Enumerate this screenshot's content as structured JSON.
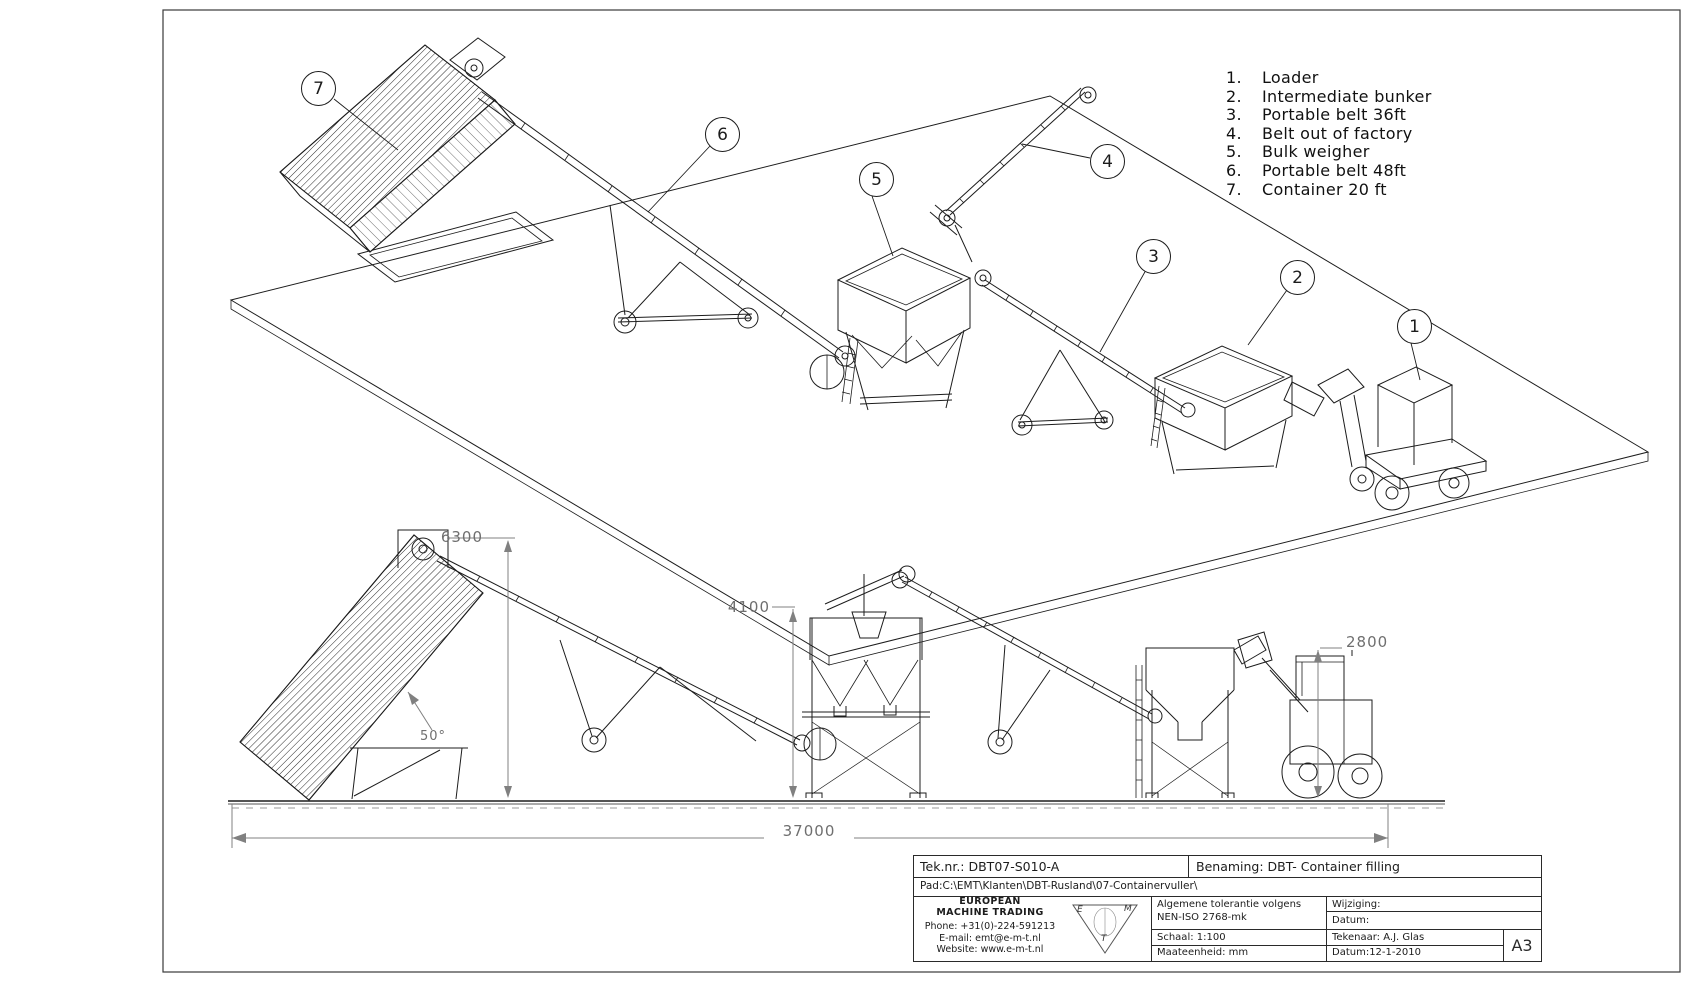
{
  "drawing": {
    "legend": {
      "items": [
        {
          "num": "1.",
          "label": "Loader"
        },
        {
          "num": "2.",
          "label": "Intermediate bunker"
        },
        {
          "num": "3.",
          "label": "Portable belt 36ft"
        },
        {
          "num": "4.",
          "label": "Belt out of factory"
        },
        {
          "num": "5.",
          "label": "Bulk weigher"
        },
        {
          "num": "6.",
          "label": "Portable belt 48ft"
        },
        {
          "num": "7.",
          "label": "Container 20 ft"
        }
      ]
    },
    "callouts": {
      "c1": "1",
      "c2": "2",
      "c3": "3",
      "c4": "4",
      "c5": "5",
      "c6": "6",
      "c7": "7"
    },
    "dimensions": {
      "belt48_height": "6300",
      "weigher_height": "4100",
      "bunker_height": "2800",
      "total_length": "37000",
      "container_angle": "50°"
    },
    "title_block": {
      "tek_nr": "Tek.nr.: DBT07-S010-A",
      "benaming": "Benaming: DBT- Container filling",
      "pad": "Pad:C:\\EMT\\Klanten\\DBT-Rusland\\07-Containervuller\\",
      "company_name_1": "EUROPEAN",
      "company_name_2": "MACHINE TRADING",
      "phone": "Phone: +31(0)-224-591213",
      "email": "E-mail: emt@e-m-t.nl",
      "website": "Website: www.e-m-t.nl",
      "tolerance_1": "Algemene tolerantie volgens",
      "tolerance_2": "NEN-ISO 2768-mk",
      "schaal": "Schaal:  1:100",
      "maateenheid": "Maateenheid: mm",
      "wijziging": "Wijziging:",
      "datum_label": "Datum:",
      "tekenaar": "Tekenaar: A.J. Glas",
      "datum_value": "Datum:12-1-2010",
      "paper_size": "A3",
      "logo_e": "E",
      "logo_m": "M",
      "logo_t": "T"
    }
  }
}
